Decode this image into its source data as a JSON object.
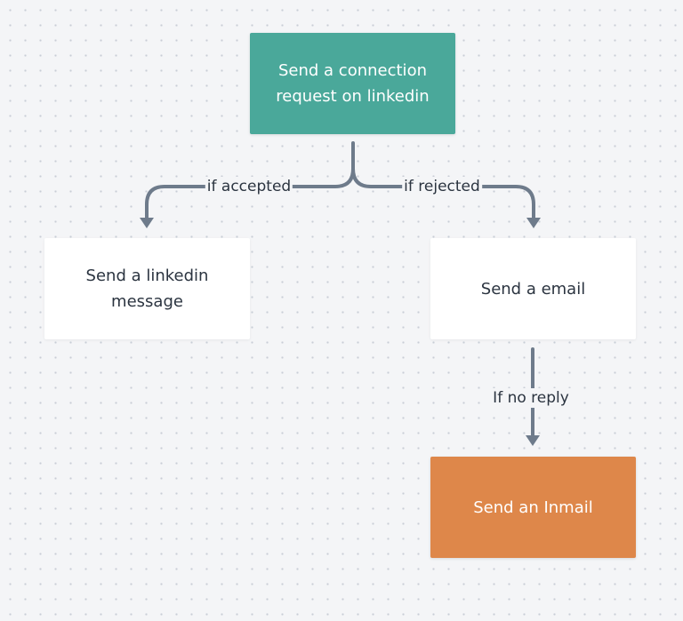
{
  "diagram": {
    "nodes": {
      "start": "Send a connection request on linkedin",
      "linkedin_message": "Send a linkedin message",
      "email": "Send a email",
      "inmail": "Send an Inmail"
    },
    "edges": {
      "accepted": "if accepted",
      "rejected": "if rejected",
      "no_reply": "If no reply"
    },
    "colors": {
      "start_fill": "#4aa89a",
      "inmail_fill": "#de874a",
      "default_fill": "#ffffff",
      "connector": "#6e7b8b",
      "text_dark": "#2b3440"
    }
  }
}
